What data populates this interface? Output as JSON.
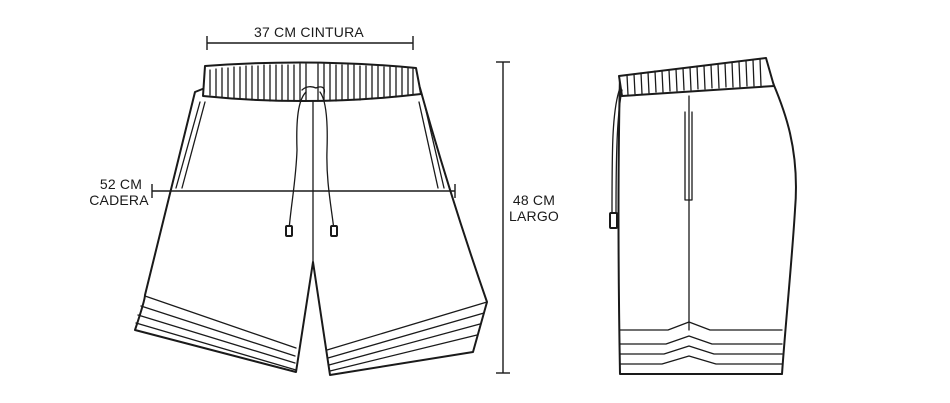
{
  "measurements": {
    "waist": "37 CM CINTURA",
    "hip_value": "52 CM",
    "hip_label": "CADERA",
    "length_value": "48 CM",
    "length_label": "LARGO"
  },
  "colors": {
    "line": "#1a1a1a",
    "background": "#ffffff"
  }
}
